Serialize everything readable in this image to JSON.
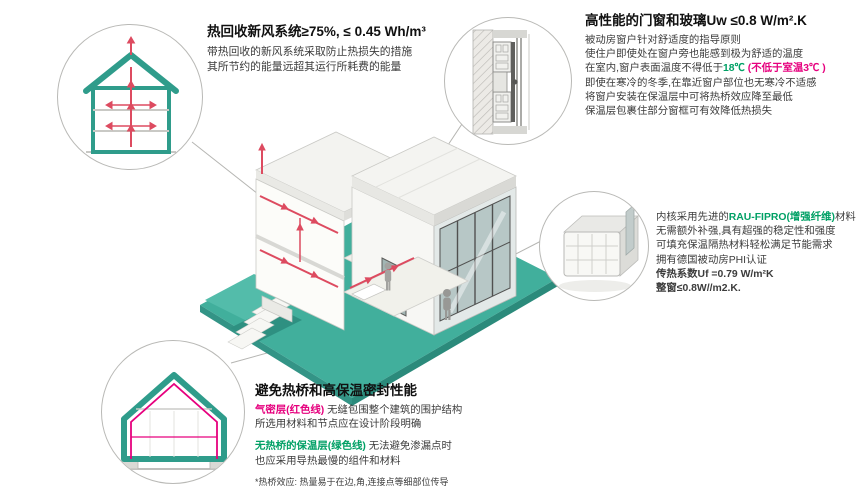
{
  "colors": {
    "teal_base": "#41af9c",
    "insulation_teal": "#2f9c8b",
    "accent_green": "#00a065",
    "accent_pink": "#e6007e",
    "duct_red": "#dd4b60",
    "ink": "#101010",
    "body_text": "#3c3c3c"
  },
  "illustrations": {
    "main": "isometric-cutaway-passive-house-on-teal-base",
    "ventilation_circle": "house-cross-section-with-heat-recovery-airflow",
    "window_circle": "window-jamb-section-technical-detail",
    "profile_circle": "window-frame-profile-3d-render",
    "thermal_circle": "house-cross-section-insulation-and-airtight-layers"
  },
  "ventilation": {
    "title": "热回收新风系统≥75%, ≤ 0.45 Wh/m³",
    "lines": [
      "带热回收的新风系统采取防止热损失的措施",
      "其所节约的能量远超其运行所耗费的能量"
    ]
  },
  "windows": {
    "title": "高性能的门窗和玻璃Uw ≤0.8 W/m².K",
    "line1": "被动房窗户针对舒适度的指导原则",
    "line2": "使住户即使处在窗户旁也能感到极为舒适的温度",
    "line3_pre": "在室内,窗户表面温度不得低于",
    "line3_temp": "18℃",
    "line3_note": " (不低于室温3℃ )",
    "line4": "即使在寒冷的冬季,在靠近窗户部位也无寒冷不适感",
    "line5": "将窗户安装在保温层中可将热桥效应降至最低",
    "line6": "保温层包裹住部分窗框可有效降低热损失"
  },
  "profile": {
    "line1_pre": "内核采用先进的",
    "line1_brand": "RAU-FIPRO(增强纤维)",
    "line1_post": "材料",
    "line2": "无需额外补强,具有超强的稳定性和强度",
    "line3": "可填充保温隔热材料轻松满足节能需求",
    "line4": "拥有德国被动房PHI认证",
    "line5": "传热系数Uf =0.79 W/m²K",
    "line6": "整窗≤0.8W//m2.K."
  },
  "thermal": {
    "title": "避免热桥和高保温密封性能",
    "line1_label": "气密层(红色线)",
    "line1_rest": " 无缝包围整个建筑的围护结构",
    "line2": "所选用材料和节点应在设计阶段明确",
    "line3_label": "无热桥的保温层(绿色线)",
    "line3_rest": " 无法避免渗漏点时",
    "line4": "也应采用导热最慢的组件和材料",
    "footnote": "*热桥效应: 热量易于在边,角,连接点等细部位传导"
  }
}
